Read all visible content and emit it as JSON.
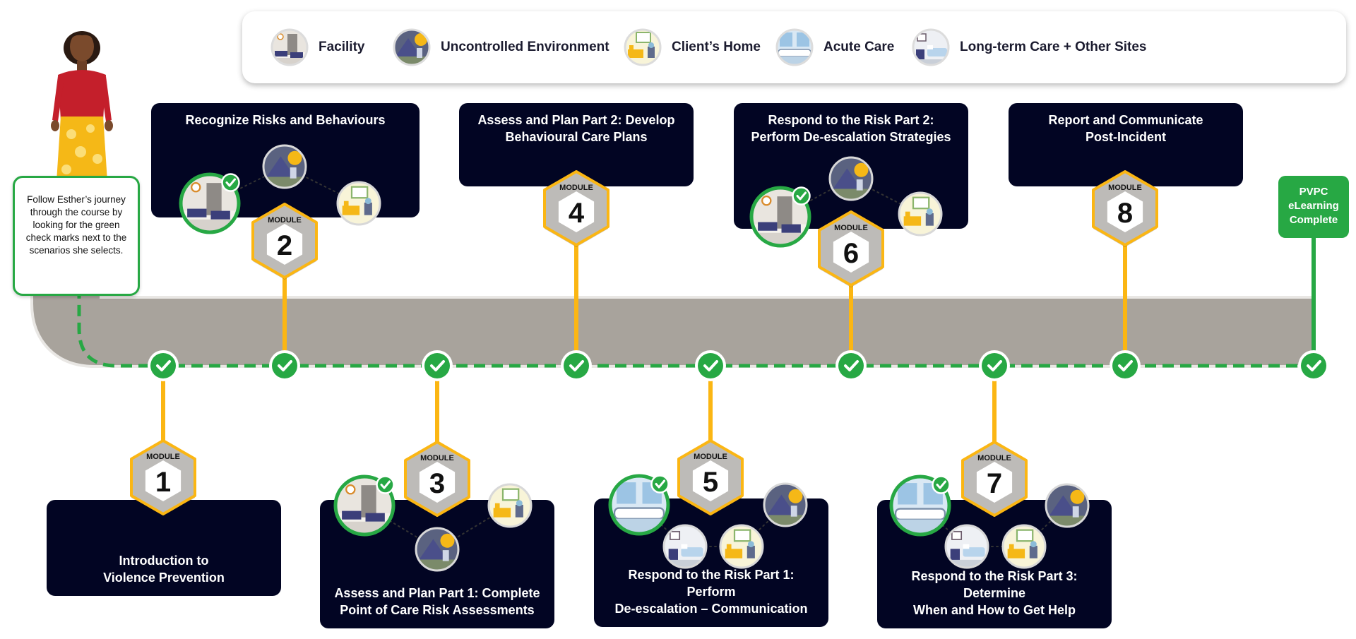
{
  "legend": [
    {
      "label": "Facility",
      "icon": "facility-scene-icon"
    },
    {
      "label": "Uncontrolled Environment",
      "icon": "uncontrolled-environment-scene-icon"
    },
    {
      "label": "Client’s Home",
      "icon": "clients-home-scene-icon"
    },
    {
      "label": "Acute Care",
      "icon": "acute-care-scene-icon"
    },
    {
      "label": "Long-term Care + Other Sites",
      "icon": "long-term-care-scene-icon"
    }
  ],
  "intro_note": "Follow Esther’s journey through the course by looking for the green check marks next to the scenarios she selects.",
  "module_badge_label": "MODULE",
  "modules": [
    {
      "number": "1",
      "title_lines": [
        "Introduction to",
        "Violence Prevention"
      ],
      "scenarios": []
    },
    {
      "number": "2",
      "title_lines": [
        "Recognize Risks and Behaviours"
      ],
      "scenarios": [
        "facility",
        "uncontrolled",
        "home"
      ],
      "selected": "facility"
    },
    {
      "number": "3",
      "title_lines": [
        "Assess and Plan Part 1: Complete",
        "Point of Care Risk Assessments"
      ],
      "scenarios": [
        "facility",
        "uncontrolled",
        "home"
      ],
      "selected": "facility"
    },
    {
      "number": "4",
      "title_lines": [
        "Assess and Plan Part 2: Develop",
        "Behavioural Care Plans"
      ],
      "scenarios": []
    },
    {
      "number": "5",
      "title_lines": [
        "Respond to the Risk Part 1: Perform",
        "De-escalation – Communication"
      ],
      "scenarios": [
        "acute",
        "long-term",
        "home",
        "uncontrolled"
      ],
      "selected": "acute"
    },
    {
      "number": "6",
      "title_lines": [
        "Respond to the Risk Part 2:",
        "Perform De-escalation Strategies"
      ],
      "scenarios": [
        "facility",
        "uncontrolled",
        "home"
      ],
      "selected": "facility"
    },
    {
      "number": "7",
      "title_lines": [
        "Respond to the Risk Part 3: Determine",
        "When and How to Get Help"
      ],
      "scenarios": [
        "acute",
        "long-term",
        "home",
        "uncontrolled"
      ],
      "selected": "acute"
    },
    {
      "number": "8",
      "title_lines": [
        "Report and Communicate",
        "Post-Incident"
      ],
      "scenarios": []
    }
  ],
  "completion": {
    "lines": [
      "PVPC",
      "eLearning",
      "Complete"
    ]
  },
  "colors": {
    "navy": "#020523",
    "green": "#27a844",
    "gold": "#fbb613",
    "road": "#a8a39c",
    "badge_gray": "#bdbbb8"
  }
}
